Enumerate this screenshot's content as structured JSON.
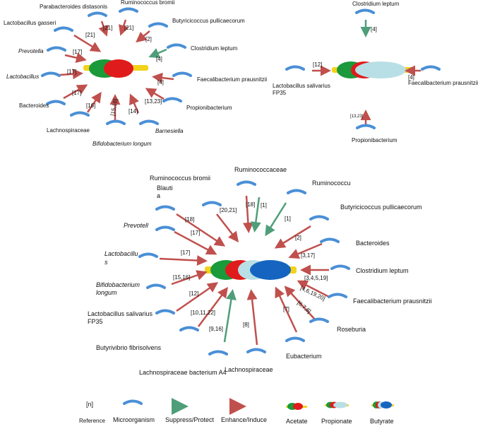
{
  "colors": {
    "enhance": "#c0504d",
    "suppress": "#4e9e7a",
    "microbe": "#4a8fd6",
    "acetate_green": "#1a9a3a",
    "acetate_red": "#e01b1b",
    "propionate_blue": "#b9dfe6",
    "butyrate_blue": "#1565c0",
    "cap_yellow": "#f2d21b"
  },
  "panel_acetate": {
    "microbes": [
      {
        "name": "Parabacteroides distasonis",
        "ref": "[21]"
      },
      {
        "name": "Ruminococcus bromii",
        "ref": "[21]"
      },
      {
        "name": "Lactobacillus gasseri",
        "ref": "[21]"
      },
      {
        "name": "Butyricicoccus pullicaecorum",
        "ref": "[2]"
      },
      {
        "name": "Prevotella",
        "ref": "[17]"
      },
      {
        "name": "Clostridium  leptum",
        "ref": "[4]"
      },
      {
        "name": "Lactobacillus",
        "ref": "[17]"
      },
      {
        "name": "Faecalibacterium prausnitzii",
        "ref": "[4]"
      },
      {
        "name": "Bacteroides",
        "ref": "[17]"
      },
      {
        "name": "Propionibacterium",
        "ref": "[13,23]"
      },
      {
        "name": "Lachnospiraceae",
        "ref": "[16]"
      },
      {
        "name": "Bifidobacterium longum",
        "ref": "[15,16]"
      },
      {
        "name": "Barnesiella",
        "ref": "[14]"
      }
    ]
  },
  "panel_propionate": {
    "microbes": [
      {
        "name": "Clostridium  leptum",
        "ref": "[4]"
      },
      {
        "name": "Lactobacillus salivarius\nFP35",
        "ref": "[12]"
      },
      {
        "name": "Faecalibacterium prausnitzii",
        "ref": "[4]"
      },
      {
        "name": "Propionibacterium",
        "ref": "[13,23]"
      }
    ]
  },
  "panel_butyrate": {
    "microbes": [
      {
        "name": "Ruminococcus bromii",
        "ref": "[20,21]"
      },
      {
        "name": "Ruminococcaceae",
        "ref": "[18]"
      },
      {
        "name": "Ruminococcaceae_suppress",
        "ref": "[1]"
      },
      {
        "name": "Ruminococcu",
        "ref": "[1]"
      },
      {
        "name": "Blauti\na",
        "ref": "[18]"
      },
      {
        "name": "Butyricicoccus pullicaecorum",
        "ref": "[2]"
      },
      {
        "name": "Prevotell",
        "ref": "[17]"
      },
      {
        "name": "Bacteroides",
        "ref": "[3,17]"
      },
      {
        "name": "Lactobacillu\ns",
        "ref": "[17]"
      },
      {
        "name": "Clostridium  leptum",
        "ref": "[3,4,5,19]"
      },
      {
        "name": "Bifidobacterium\nlongum",
        "ref": "[15,16]"
      },
      {
        "name": "Faecalibacterium prausnitzii",
        "ref": "[4,6,19,20]"
      },
      {
        "name": "Lactobacillus salivarius\nFP35",
        "ref": "[12]"
      },
      {
        "name": "Roseburia",
        "ref": "[6,7,8]"
      },
      {
        "name": "Butyrivibrio fibrisolvens",
        "ref": "[10,11,22]"
      },
      {
        "name": "Eubacterium",
        "ref": "[7]"
      },
      {
        "name": "Lachnospiraceae bacterium A4",
        "ref": "[9,16]"
      },
      {
        "name": "Lachnospiraceae",
        "ref": "[8]"
      }
    ]
  },
  "legend": {
    "ref_symbol": "[n]",
    "ref_label": "Reference",
    "microorganism": "Microorganism",
    "suppress": "Suppress/Protect",
    "enhance": "Enhance/Induce",
    "acetate": "Acetate",
    "propionate": "Propionate",
    "butyrate": "Butyrate"
  }
}
